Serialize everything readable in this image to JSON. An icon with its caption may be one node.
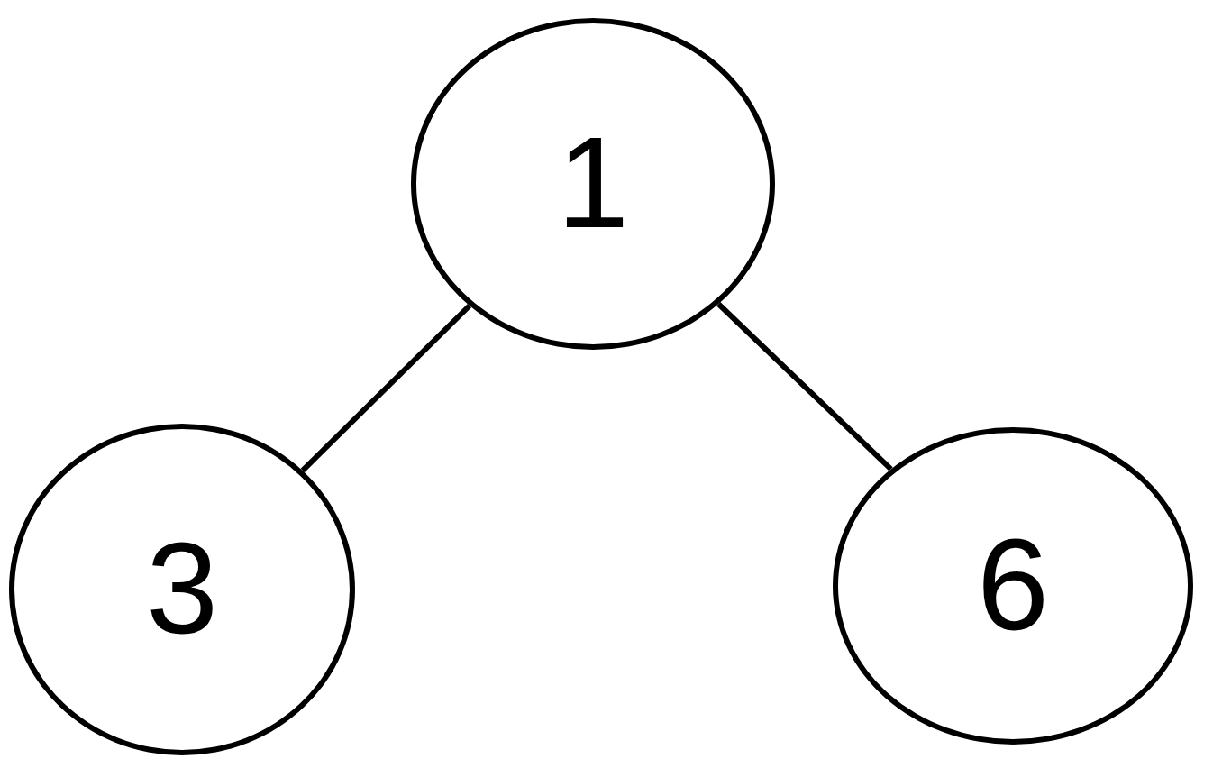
{
  "diagram": {
    "nodes": [
      {
        "text": [
          "1"
        ]
      },
      {
        "text": [
          "3"
        ]
      },
      {
        "text": [
          "6"
        ]
      }
    ],
    "edges": [
      {
        "from": 0,
        "to": 1,
        "arrow": "none"
      },
      {
        "from": 0,
        "to": 2,
        "arrow": "none"
      }
    ]
  }
}
